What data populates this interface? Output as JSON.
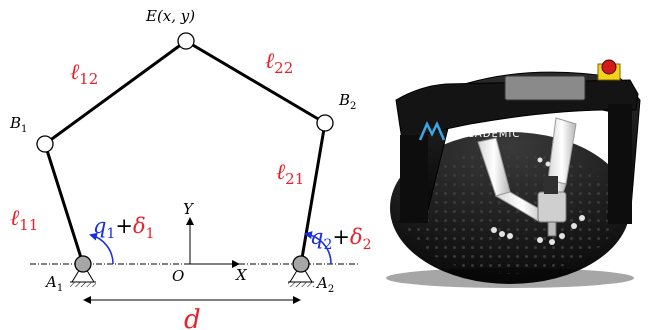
{
  "diagram": {
    "joint_E": "E(x, y)",
    "joint_B1": "B",
    "joint_B1_sub": "1",
    "joint_B2": "B",
    "joint_B2_sub": "2",
    "base_A1": "A",
    "base_A1_sub": "1",
    "base_A2": "A",
    "base_A2_sub": "2",
    "link_l11": "ℓ",
    "link_l11_sub": "11",
    "link_l12": "ℓ",
    "link_l12_sub": "12",
    "link_l21": "ℓ",
    "link_l21_sub": "21",
    "link_l22": "ℓ",
    "link_l22_sub": "22",
    "angle_q1_q": "q",
    "angle_q1_q_sub": "1",
    "angle_q1_plus": "+",
    "angle_q1_delta": "δ",
    "angle_q1_delta_sub": "1",
    "angle_q2_q": "q",
    "angle_q2_q_sub": "2",
    "angle_q2_plus": "+",
    "angle_q2_delta": "δ",
    "angle_q2_delta_sub": "2",
    "origin": "O",
    "axis_x": "X",
    "axis_y": "Y",
    "distance_d": "d"
  },
  "photo": {
    "brand_label": "MECADEMIC"
  },
  "colors": {
    "link_label": "#e8212a",
    "angle": "#1a2fe0",
    "link": "#000000",
    "base_joint": "#a6a6a6"
  }
}
